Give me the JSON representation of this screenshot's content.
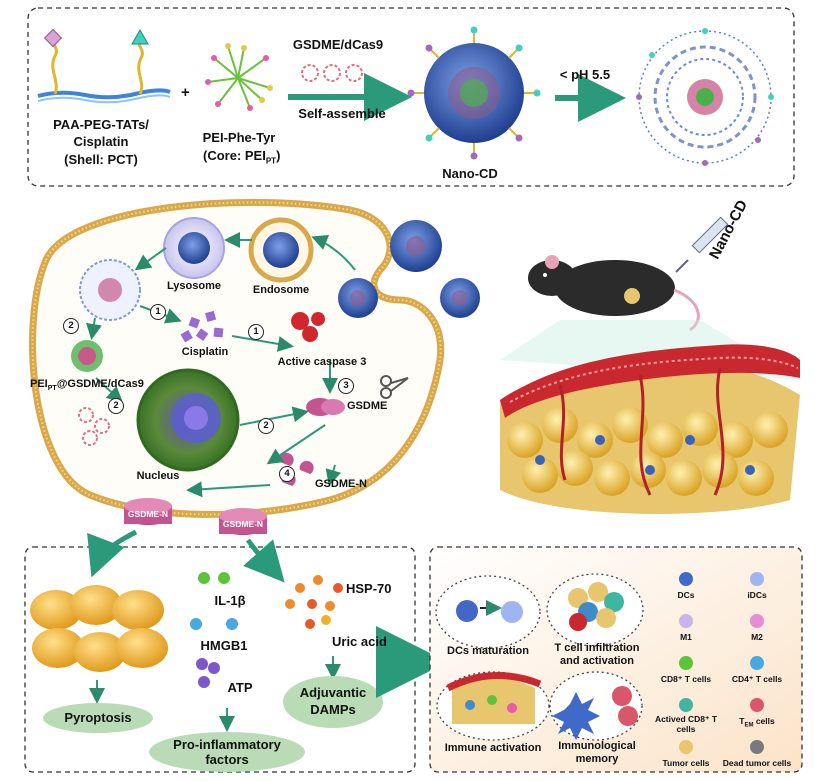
{
  "panel_top": {
    "shell_label": "PAA-PEG-TATs/",
    "shell_label2": "Cisplatin",
    "shell_sub": "(Shell: PCT)",
    "plus": "+",
    "core_label": "PEI-Phe-Tyr",
    "core_sub": "(Core: PEI",
    "core_sub_sub": "PT",
    "core_sub_close": ")",
    "cargo_label": "GSDME/dCas9",
    "assemble_label": "Self-assemble",
    "nano_label": "Nano-CD",
    "ph_label": "< pH 5.5"
  },
  "cell": {
    "lysosome": "Lysosome",
    "endosome": "Endosome",
    "cisplatin": "Cisplatin",
    "active_caspase": "Active caspase 3",
    "pei_complex": "PEI",
    "pei_complex_sub": "PT",
    "pei_complex_rest": "@GSDME/dCas9",
    "gsdme": "GSDME",
    "gsdme_n": "GSDME-N",
    "nucleus": "Nucleus",
    "pore_label": "GSDME-N",
    "steps": [
      "1",
      "1",
      "2",
      "2",
      "2",
      "3",
      "4"
    ]
  },
  "mouse": {
    "injection_label": "Nano-CD"
  },
  "bottom_left": {
    "pyroptosis": "Pyroptosis",
    "il1b": "IL-1β",
    "hmgb1": "HMGB1",
    "atp": "ATP",
    "proinflammatory": "Pro-inflammatory",
    "factors": "factors",
    "hsp70": "HSP-70",
    "uric": "Uric acid",
    "adjuvantic": "Adjuvantic",
    "damps": "DAMPs"
  },
  "bottom_right": {
    "dc_maturation": "DCs maturation",
    "tcell_infiltration": "T cell infiltration",
    "and_activation": "and activation",
    "immune_activation": "Immune activation",
    "immunological": "Immunological",
    "memory": "memory",
    "legend": {
      "dcs": "DCs",
      "idcs": "iDCs",
      "m1": "M1",
      "m2": "M2",
      "cd8": "CD8⁺ T cells",
      "cd4": "CD4⁺ T cells",
      "actived_cd8": "Actived CD8⁺ T",
      "actived_cd8_2": "cells",
      "tem": "T",
      "tem_sub": "EM",
      "tem_rest": " cells",
      "tumor": "Tumor cells",
      "dead_tumor": "Dead tumor cells"
    }
  },
  "colors": {
    "membrane": "#d9a84a",
    "arrow": "#2a9a7a",
    "nano_blue": "#3a63b8",
    "nucleus_green": "#4f9a3a",
    "gsdme_pink": "#c2558f",
    "vessel_red": "#c9282e",
    "tumor_yellow": "#e8c66e",
    "label_green": "#b9dcb7"
  }
}
